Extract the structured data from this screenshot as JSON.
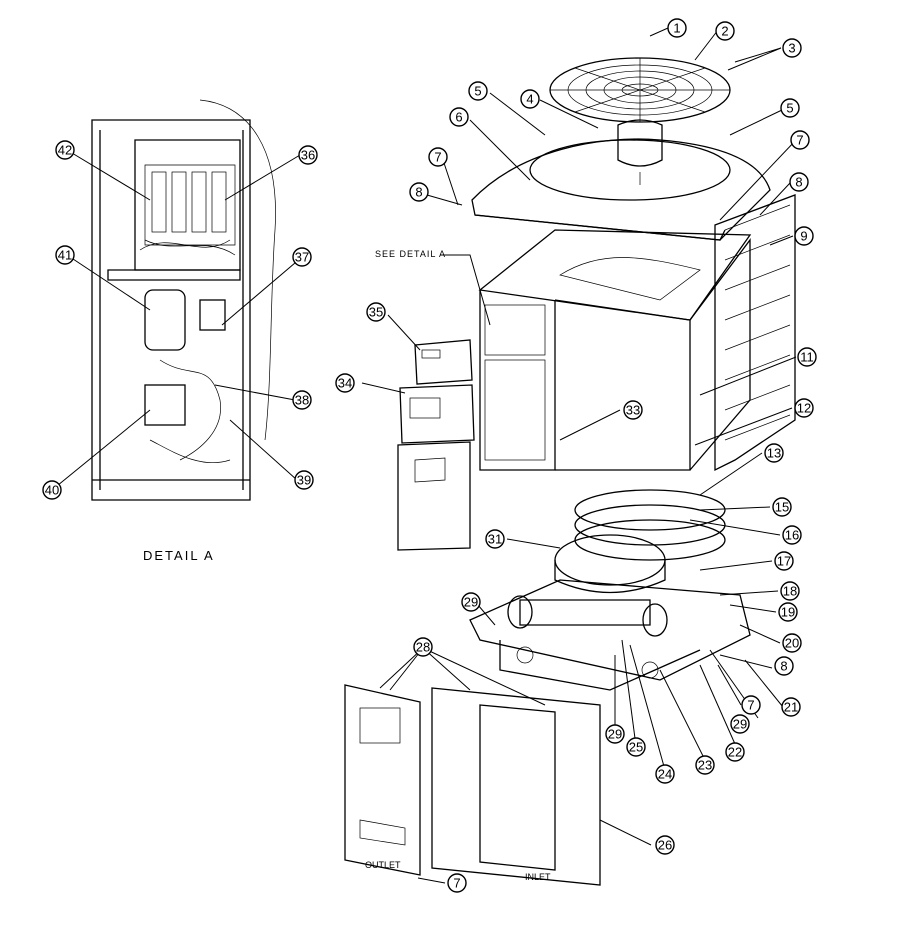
{
  "detail_caption": "DETAIL A",
  "see_detail_label": "SEE DETAIL A",
  "panel_label_outlet": "OUTLET",
  "panel_label_inlet": "INLET",
  "callouts": [
    {
      "id": "c1",
      "label": "1"
    },
    {
      "id": "c2",
      "label": "2"
    },
    {
      "id": "c3",
      "label": "3"
    },
    {
      "id": "c4",
      "label": "4"
    },
    {
      "id": "c5a",
      "label": "5"
    },
    {
      "id": "c5b",
      "label": "5"
    },
    {
      "id": "c6",
      "label": "6"
    },
    {
      "id": "c7a",
      "label": "7"
    },
    {
      "id": "c7b",
      "label": "7"
    },
    {
      "id": "c7c",
      "label": "7"
    },
    {
      "id": "c7d",
      "label": "7"
    },
    {
      "id": "c8a",
      "label": "8"
    },
    {
      "id": "c8b",
      "label": "8"
    },
    {
      "id": "c8c",
      "label": "8"
    },
    {
      "id": "c9",
      "label": "9"
    },
    {
      "id": "c11",
      "label": "11"
    },
    {
      "id": "c12",
      "label": "12"
    },
    {
      "id": "c13",
      "label": "13"
    },
    {
      "id": "c15",
      "label": "15"
    },
    {
      "id": "c16",
      "label": "16"
    },
    {
      "id": "c17",
      "label": "17"
    },
    {
      "id": "c18",
      "label": "18"
    },
    {
      "id": "c19",
      "label": "19"
    },
    {
      "id": "c20",
      "label": "20"
    },
    {
      "id": "c21",
      "label": "21"
    },
    {
      "id": "c22",
      "label": "22"
    },
    {
      "id": "c23",
      "label": "23"
    },
    {
      "id": "c24",
      "label": "24"
    },
    {
      "id": "c25",
      "label": "25"
    },
    {
      "id": "c26",
      "label": "26"
    },
    {
      "id": "c28",
      "label": "28"
    },
    {
      "id": "c29a",
      "label": "29"
    },
    {
      "id": "c29b",
      "label": "29"
    },
    {
      "id": "c29c",
      "label": "29"
    },
    {
      "id": "c31",
      "label": "31"
    },
    {
      "id": "c33",
      "label": "33"
    },
    {
      "id": "c34",
      "label": "34"
    },
    {
      "id": "c35",
      "label": "35"
    },
    {
      "id": "c36",
      "label": "36"
    },
    {
      "id": "c37",
      "label": "37"
    },
    {
      "id": "c38",
      "label": "38"
    },
    {
      "id": "c39",
      "label": "39"
    },
    {
      "id": "c40",
      "label": "40"
    },
    {
      "id": "c41",
      "label": "41"
    },
    {
      "id": "c42",
      "label": "42"
    }
  ]
}
